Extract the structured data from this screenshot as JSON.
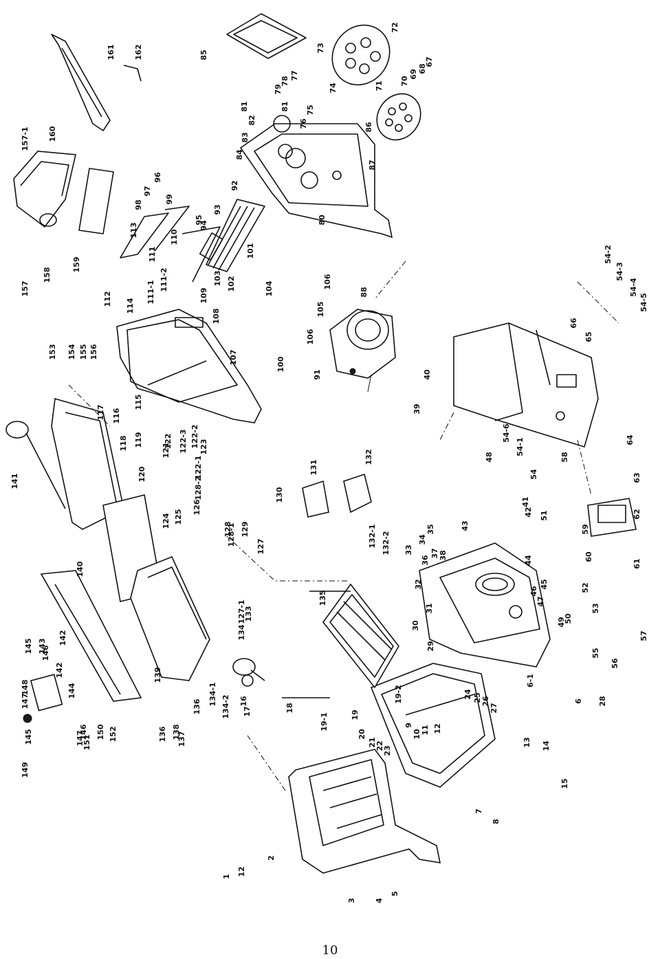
{
  "page": {
    "number": "10"
  },
  "diagram": {
    "type": "exploded-parts-diagram",
    "part_labels": [
      "1",
      "12",
      "2",
      "3",
      "4",
      "5",
      "6",
      "6-1",
      "7",
      "8",
      "9",
      "10",
      "11",
      "12",
      "13",
      "14",
      "15",
      "16",
      "17",
      "18",
      "19",
      "19-1",
      "19-2",
      "20",
      "21",
      "22",
      "23",
      "24",
      "25",
      "26",
      "27",
      "28",
      "29",
      "30",
      "31",
      "32",
      "33",
      "34",
      "35",
      "36",
      "37",
      "38",
      "39",
      "40",
      "41",
      "42",
      "43",
      "44",
      "45",
      "46",
      "47",
      "48",
      "49",
      "50",
      "51",
      "52",
      "53",
      "54",
      "54-1",
      "54-2",
      "54-3",
      "54-4",
      "54-5",
      "54-6",
      "55",
      "56",
      "57",
      "58",
      "59",
      "60",
      "61",
      "62",
      "63",
      "64",
      "65",
      "66",
      "67",
      "68",
      "69",
      "70",
      "71",
      "72",
      "73",
      "74",
      "75",
      "76",
      "77",
      "78",
      "79",
      "80",
      "81",
      "81",
      "82",
      "83",
      "84",
      "85",
      "86",
      "87",
      "88",
      "91",
      "92",
      "93",
      "94",
      "95",
      "96",
      "97",
      "98",
      "99",
      "100",
      "101",
      "102",
      "103",
      "104",
      "105",
      "106",
      "106",
      "107",
      "108",
      "109",
      "110",
      "111",
      "111-1",
      "111-2",
      "112",
      "113",
      "114",
      "115",
      "116",
      "117",
      "118",
      "119",
      "120",
      "121",
      "122",
      "122-1",
      "122-2",
      "122-3",
      "123",
      "124",
      "125",
      "126",
      "127",
      "127-1",
      "128",
      "128-1",
      "128-2",
      "129",
      "130",
      "131",
      "132",
      "132-1",
      "132-2",
      "133",
      "134",
      "134-1",
      "134-2",
      "135",
      "136",
      "136",
      "137",
      "138",
      "139",
      "140",
      "141",
      "142",
      "142",
      "143",
      "144",
      "145",
      "145",
      "146",
      "146",
      "147",
      "147",
      "148",
      "149",
      "150",
      "151",
      "152",
      "153",
      "154",
      "155",
      "156",
      "157",
      "157-1",
      "158",
      "159",
      "160",
      "161",
      "162"
    ]
  }
}
